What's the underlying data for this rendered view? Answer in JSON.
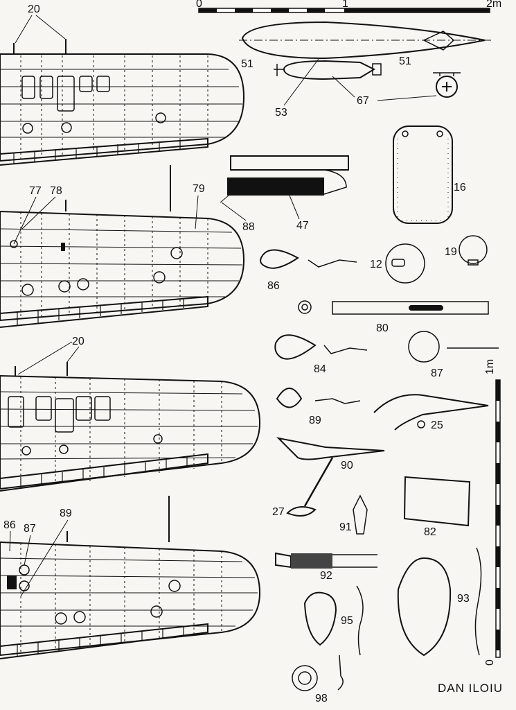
{
  "scale_top": {
    "start": "0",
    "mid": "1",
    "end": "2m"
  },
  "scale_side": {
    "top": "1m",
    "bottom": "0"
  },
  "labels": {
    "l20a": "20",
    "l51a": "51",
    "l51b": "51",
    "l53": "53",
    "l67": "67",
    "l16": "16",
    "l77": "77",
    "l78": "78",
    "l79": "79",
    "l88": "88",
    "l47": "47",
    "l86a": "86",
    "l12": "12",
    "l19": "19",
    "l80": "80",
    "l20b": "20",
    "l84": "84",
    "l87a": "87",
    "l89a": "89",
    "l25": "25",
    "l90": "90",
    "l27": "27",
    "l91": "91",
    "l82": "82",
    "l86b": "86",
    "l87b": "87",
    "l89b": "89",
    "l92": "92",
    "l93": "93",
    "l95": "95",
    "l98": "98"
  },
  "signature": "DAN ILOIU",
  "colors": {
    "ink": "#111111",
    "paper": "#f7f6f3"
  }
}
